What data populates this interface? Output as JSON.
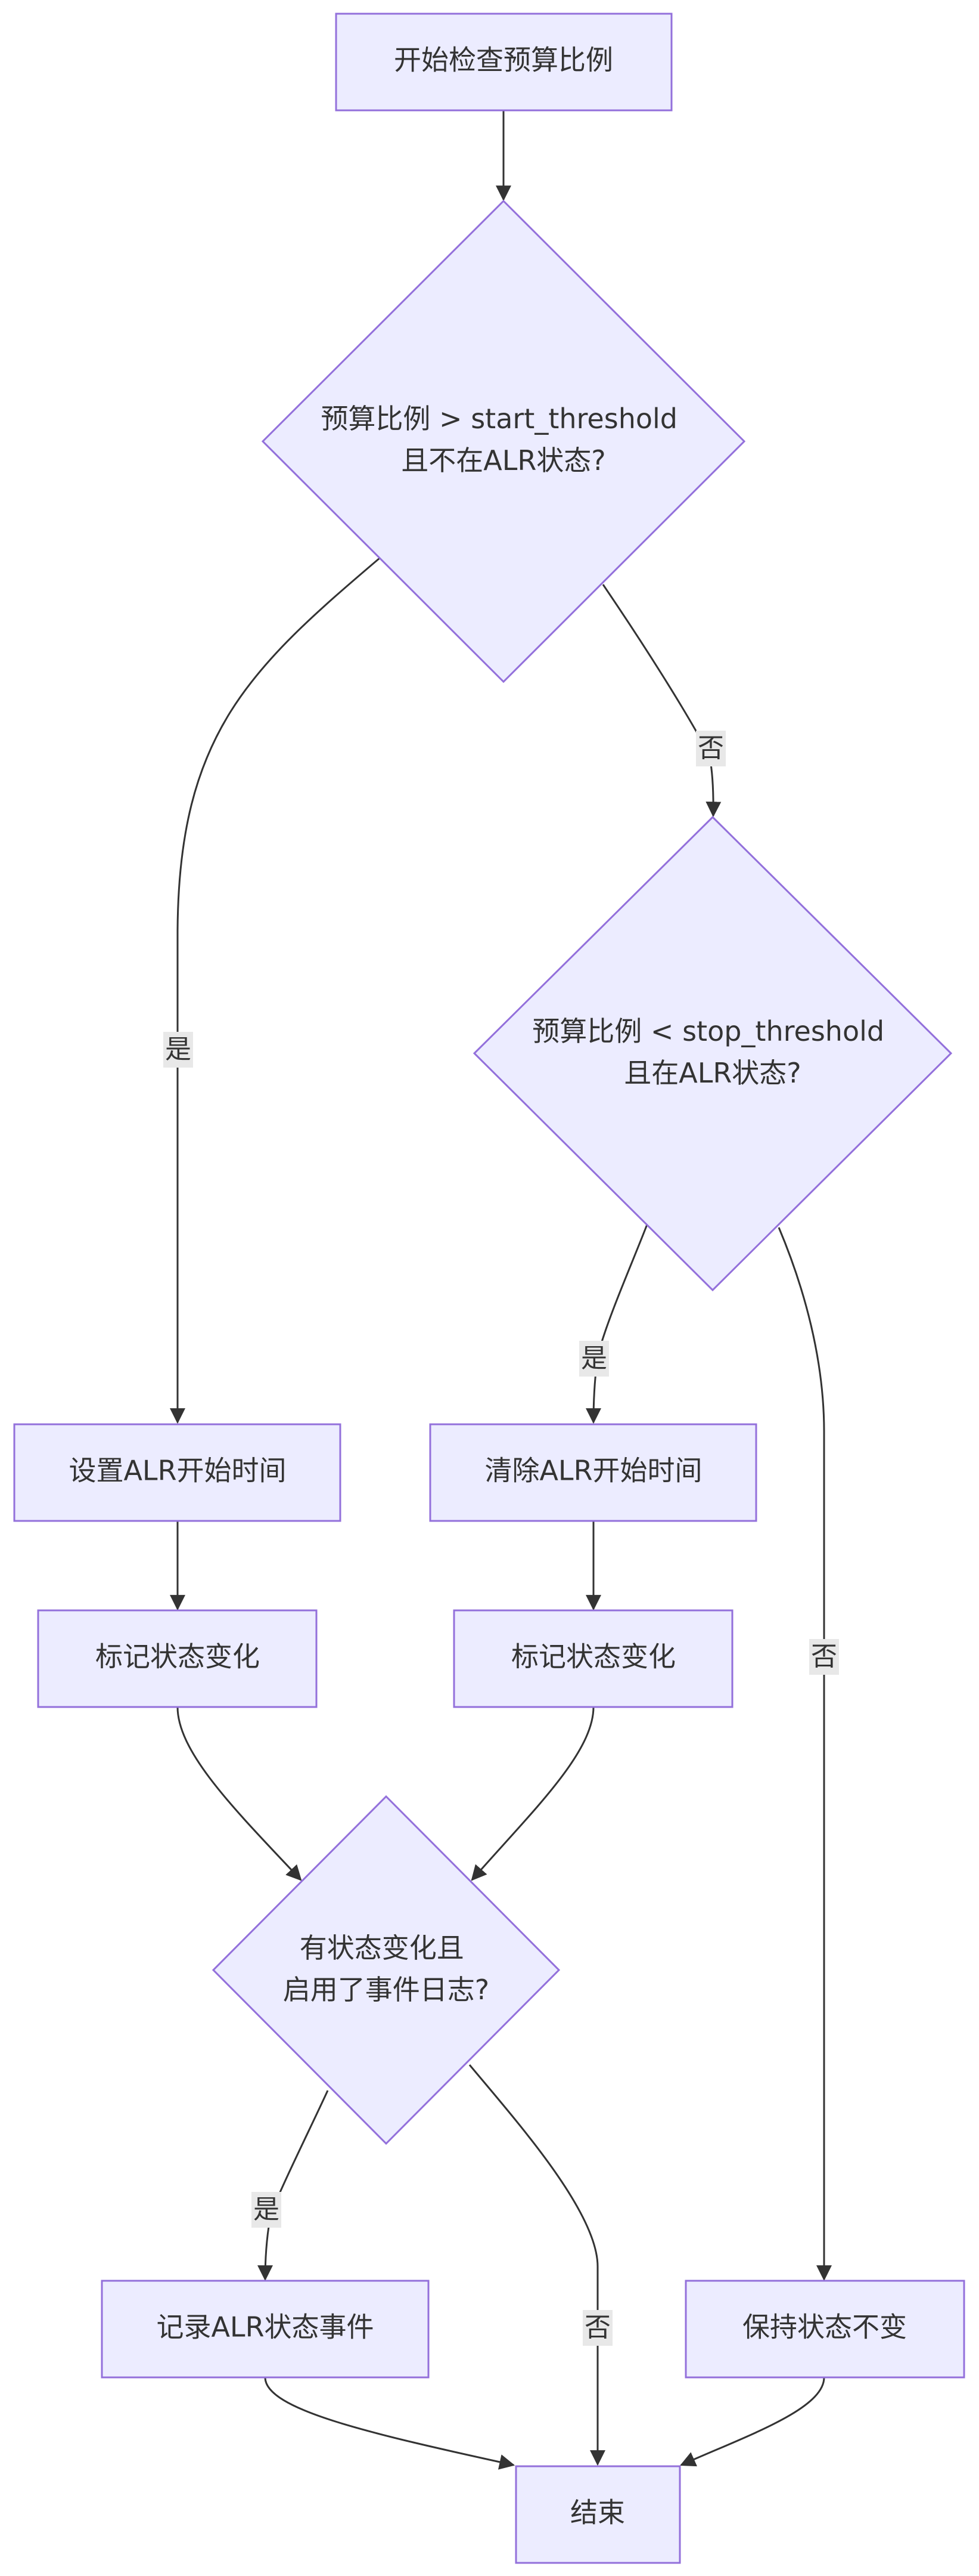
{
  "nodes": {
    "start": "开始检查预算比例",
    "decision_start": [
      "预算比例 > start_threshold",
      "且不在ALR状态?"
    ],
    "decision_stop": [
      "预算比例 < stop_threshold",
      "且在ALR状态?"
    ],
    "set_alr": "设置ALR开始时间",
    "clear_alr": "清除ALR开始时间",
    "mark_change_left": "标记状态变化",
    "mark_change_right": "标记状态变化",
    "decision_log": [
      "有状态变化且",
      "启用了事件日志?"
    ],
    "record_event": "记录ALR状态事件",
    "keep_state": "保持状态不变",
    "end": "结束"
  },
  "edge_labels": {
    "start_yes": "是",
    "start_no": "否",
    "stop_yes": "是",
    "stop_no": "否",
    "log_yes": "是",
    "log_no": "否"
  },
  "colors": {
    "node_fill": "#ECECFF",
    "node_stroke": "#9370DB",
    "edge": "#333333",
    "text": "#333333",
    "label_bg": "#e8e8e8"
  }
}
